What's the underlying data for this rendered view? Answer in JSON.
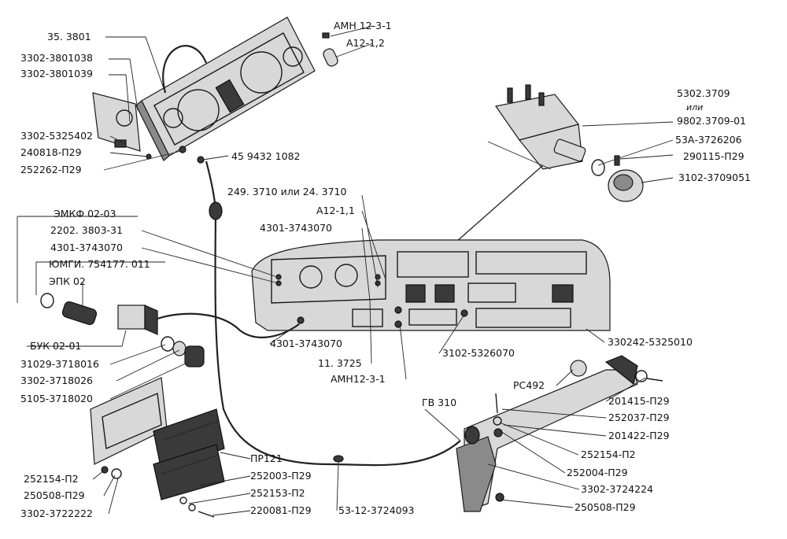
{
  "labels": {
    "l01": "35. 3801",
    "l02": "3302-3801038",
    "l03": "3302-3801039",
    "l04": "3302-5325402",
    "l05": "240818-П29",
    "l06": "252262-П29",
    "l07": "45 9432 1082",
    "l08": "АМН 12-3-1",
    "l09": "А12-1,2",
    "l10": "5302.3709",
    "l11": "или",
    "l12": "9802.3709-01",
    "l13": "53А-3726206",
    "l14": "290115-П29",
    "l15": "3102-3709051",
    "l16": "249. 3710 или 24. 3710",
    "l17": "А12-1,1",
    "l18": "4301-3743070",
    "l19": "ЭМКФ 02-03",
    "l20": "2202. 3803-31",
    "l21": "4301-3743070",
    "l22": "ЮМГИ. 754177. 011",
    "l23": "ЭПК 02",
    "l24": "БУК 02-01",
    "l25": "31029-3718016",
    "l26": "3302-3718026",
    "l27": "5105-3718020",
    "l28": "4301-3743070",
    "l29": "11. 3725",
    "l30": "АМН12-3-1",
    "l31": "3102-5326070",
    "l32": "330242-5325010",
    "l33": "РС492",
    "l34": "201415-П29",
    "l35": "252037-П29",
    "l36": "201422-П29",
    "l37": "252154-П2",
    "l38": "252004-П29",
    "l39": "3302-3724224",
    "l40": "250508-П29",
    "l41": "ГВ 310",
    "l42": "ПР121",
    "l43": "252003-П29",
    "l44": "252153-П2",
    "l45": "220081-П29",
    "l46": "53-12-3724093",
    "l47": "252154-П2",
    "l48": "250508-П29",
    "l49": "3302-3722222"
  }
}
